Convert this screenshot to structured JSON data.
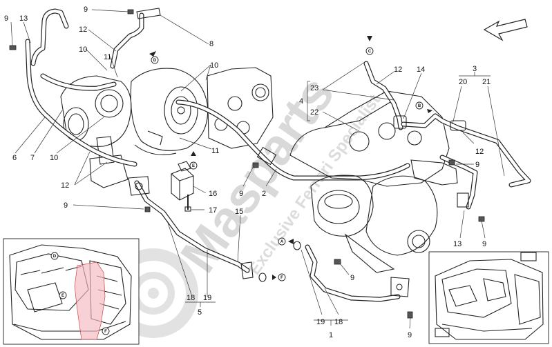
{
  "watermark": {
    "brand": "Masparts",
    "tagline": "Exclusive Ferrari Specialist"
  },
  "callouts": [
    {
      "id": "c9a",
      "text": "9"
    },
    {
      "id": "c13a",
      "text": "13"
    },
    {
      "id": "c9b",
      "text": "9"
    },
    {
      "id": "c8",
      "text": "8"
    },
    {
      "id": "c12a",
      "text": "12"
    },
    {
      "id": "c10a",
      "text": "10"
    },
    {
      "id": "c11a",
      "text": "11"
    },
    {
      "id": "c10b",
      "text": "10"
    },
    {
      "id": "c6",
      "text": "6"
    },
    {
      "id": "c7",
      "text": "7"
    },
    {
      "id": "c10c",
      "text": "10"
    },
    {
      "id": "c11b",
      "text": "11"
    },
    {
      "id": "c12b",
      "text": "12"
    },
    {
      "id": "c9c",
      "text": "9"
    },
    {
      "id": "c16",
      "text": "16"
    },
    {
      "id": "c17",
      "text": "17"
    },
    {
      "id": "c15",
      "text": "15"
    },
    {
      "id": "c9d",
      "text": "9"
    },
    {
      "id": "c2",
      "text": "2"
    },
    {
      "id": "c18a",
      "text": "18"
    },
    {
      "id": "c19a",
      "text": "19"
    },
    {
      "id": "c5",
      "text": "5"
    },
    {
      "id": "c23",
      "text": "23"
    },
    {
      "id": "c4",
      "text": "4"
    },
    {
      "id": "c22",
      "text": "22"
    },
    {
      "id": "c12c",
      "text": "12"
    },
    {
      "id": "c14",
      "text": "14"
    },
    {
      "id": "c3",
      "text": "3"
    },
    {
      "id": "c20",
      "text": "20"
    },
    {
      "id": "c21",
      "text": "21"
    },
    {
      "id": "c12d",
      "text": "12"
    },
    {
      "id": "c9e",
      "text": "9"
    },
    {
      "id": "c13b",
      "text": "13"
    },
    {
      "id": "c9f",
      "text": "9"
    },
    {
      "id": "c9g",
      "text": "9"
    },
    {
      "id": "c19b",
      "text": "19"
    },
    {
      "id": "c18b",
      "text": "18"
    },
    {
      "id": "c1",
      "text": "1"
    },
    {
      "id": "c9h",
      "text": "9"
    }
  ],
  "connection_markers": [
    {
      "id": "mA",
      "letter": "A"
    },
    {
      "id": "mB",
      "letter": "B"
    },
    {
      "id": "mC",
      "letter": "C"
    },
    {
      "id": "mD",
      "letter": "D"
    },
    {
      "id": "mE",
      "letter": "E"
    },
    {
      "id": "mF",
      "letter": "F"
    }
  ],
  "inset_markers": [
    {
      "id": "iD",
      "letter": "D"
    },
    {
      "id": "iE",
      "letter": "E"
    },
    {
      "id": "iF",
      "letter": "F"
    }
  ],
  "colors": {
    "line": "#222222",
    "highlight": "#f2b8bf",
    "watermark": "#d9d9d9"
  }
}
